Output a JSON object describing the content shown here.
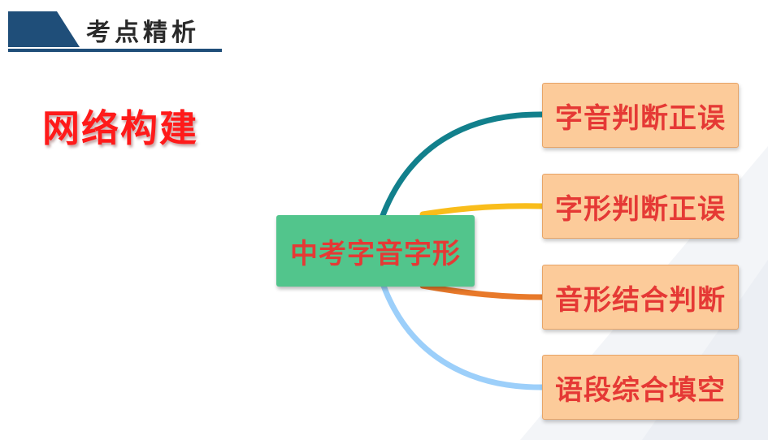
{
  "header": {
    "title": "考点精析",
    "accent_color": "#1f4e79"
  },
  "network_title": "网络构建",
  "mindmap": {
    "center": "中考字音字形",
    "center_color": "#52c58c",
    "text_color": "#e53935",
    "branch_color": "#fccb9a",
    "branches": [
      {
        "label": "字音判断正误",
        "connector_color": "#12808c"
      },
      {
        "label": "字形判断正误",
        "connector_color": "#f9bd1b"
      },
      {
        "label": "音形结合判断",
        "connector_color": "#e8792a"
      },
      {
        "label": "语段综合填空",
        "connector_color": "#9ccffa"
      }
    ]
  }
}
